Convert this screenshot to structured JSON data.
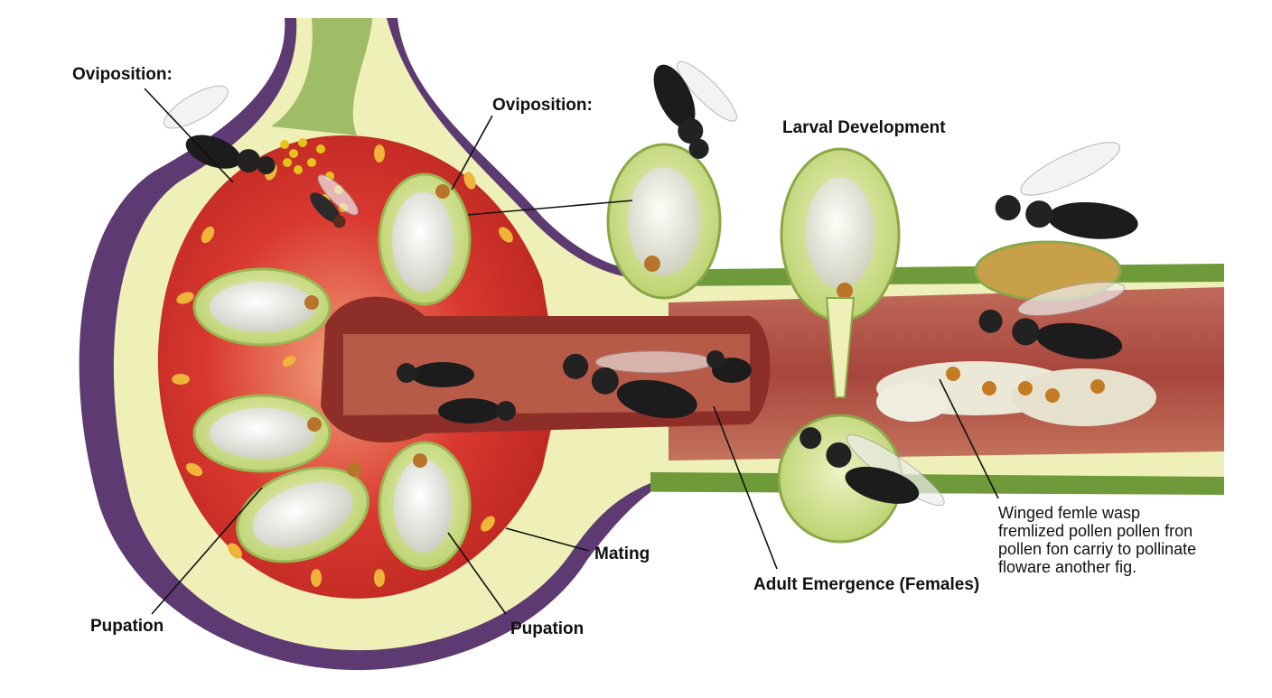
{
  "labels": {
    "oviposition_1": "Oviposition:",
    "oviposition_2": "Oviposition:",
    "larval_development": "Larval Development",
    "mating": "Mating",
    "pupation_1": "Pupation",
    "pupation_2": "Pupation",
    "adult_emergence": "Adult Emergence (Females)",
    "winged_female_note": [
      "Winged femle wasp",
      "fremlized pollen pollen fron",
      "pollen fon carriy to pollinate",
      "floware another fig."
    ]
  },
  "colors": {
    "fig_skin": "#5e3a73",
    "fig_rind": "#eef0b8",
    "fig_pulp": "#d9382f",
    "canal": "#a8453c",
    "stem_green": "#6f9a3a",
    "gall": "#c9dc86",
    "larva": "#f1f1ec",
    "wasp": "#1c1c1c",
    "pollen": "#e6c21a"
  },
  "icons": [
    "fig-wasp-icon",
    "larva-icon",
    "pollen-icon",
    "gall-icon"
  ]
}
